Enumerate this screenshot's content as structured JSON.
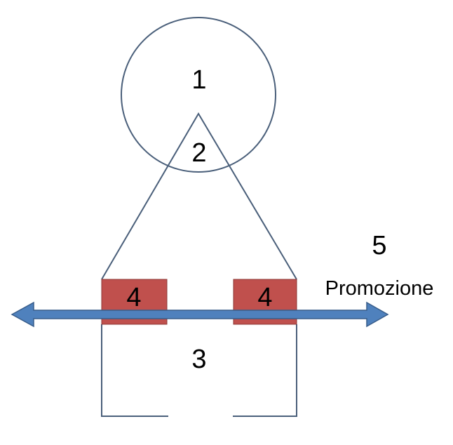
{
  "labels": {
    "circle": "1",
    "triangle": "2",
    "base": "3",
    "box_left": "4",
    "box_right": "4",
    "top_right": "5",
    "promo": "Promozione"
  },
  "colors": {
    "outline": "#4a5f7a",
    "box_fill": "#c0504d",
    "box_stroke": "#8c3836",
    "arrow_fill": "#4f81bd",
    "arrow_stroke": "#385d8a"
  }
}
